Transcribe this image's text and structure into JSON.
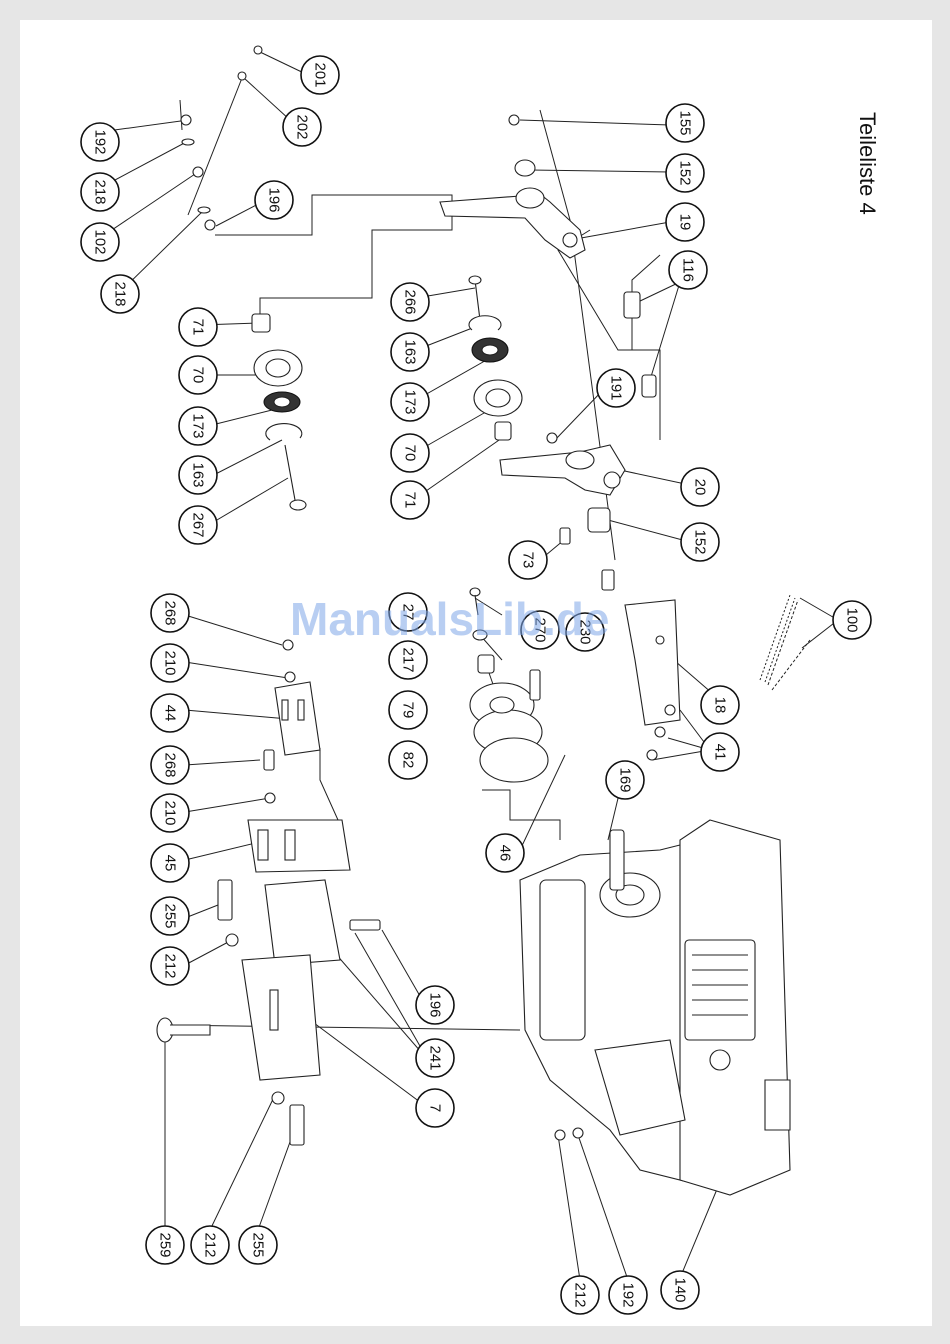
{
  "page_title": "Teileliste 4",
  "watermark": "ManualsLib.de",
  "callouts": [
    {
      "id": "c201",
      "label": "201"
    },
    {
      "id": "c202",
      "label": "202"
    },
    {
      "id": "c192a",
      "label": "192"
    },
    {
      "id": "c218a",
      "label": "218"
    },
    {
      "id": "c102",
      "label": "102"
    },
    {
      "id": "c218b",
      "label": "218"
    },
    {
      "id": "c196a",
      "label": "196"
    },
    {
      "id": "c155",
      "label": "155"
    },
    {
      "id": "c152a",
      "label": "152"
    },
    {
      "id": "c19",
      "label": "19"
    },
    {
      "id": "c116",
      "label": "116"
    },
    {
      "id": "c266",
      "label": "266"
    },
    {
      "id": "c163a",
      "label": "163"
    },
    {
      "id": "c173a",
      "label": "173"
    },
    {
      "id": "c70a",
      "label": "70"
    },
    {
      "id": "c71a",
      "label": "71"
    },
    {
      "id": "c191",
      "label": "191"
    },
    {
      "id": "c20",
      "label": "20"
    },
    {
      "id": "c152b",
      "label": "152"
    },
    {
      "id": "c73",
      "label": "73"
    },
    {
      "id": "c71b",
      "label": "71"
    },
    {
      "id": "c70b",
      "label": "70"
    },
    {
      "id": "c173b",
      "label": "173"
    },
    {
      "id": "c163b",
      "label": "163"
    },
    {
      "id": "c267",
      "label": "267"
    },
    {
      "id": "c268a",
      "label": "268"
    },
    {
      "id": "c210a",
      "label": "210"
    },
    {
      "id": "c44",
      "label": "44"
    },
    {
      "id": "c268b",
      "label": "268"
    },
    {
      "id": "c210b",
      "label": "210"
    },
    {
      "id": "c45",
      "label": "45"
    },
    {
      "id": "c255a",
      "label": "255"
    },
    {
      "id": "c212a",
      "label": "212"
    },
    {
      "id": "c259",
      "label": "259"
    },
    {
      "id": "c212b",
      "label": "212"
    },
    {
      "id": "c255b",
      "label": "255"
    },
    {
      "id": "c196b",
      "label": "196"
    },
    {
      "id": "c241",
      "label": "241"
    },
    {
      "id": "c7",
      "label": "7"
    },
    {
      "id": "c27",
      "label": "27"
    },
    {
      "id": "c217",
      "label": "217"
    },
    {
      "id": "c79",
      "label": "79"
    },
    {
      "id": "c82",
      "label": "82"
    },
    {
      "id": "c270",
      "label": "270"
    },
    {
      "id": "c230",
      "label": "230"
    },
    {
      "id": "c46",
      "label": "46"
    },
    {
      "id": "c169",
      "label": "169"
    },
    {
      "id": "c100",
      "label": "100"
    },
    {
      "id": "c18",
      "label": "18"
    },
    {
      "id": "c41",
      "label": "41"
    },
    {
      "id": "c212c",
      "label": "212"
    },
    {
      "id": "c192b",
      "label": "192"
    },
    {
      "id": "c140",
      "label": "140"
    }
  ]
}
